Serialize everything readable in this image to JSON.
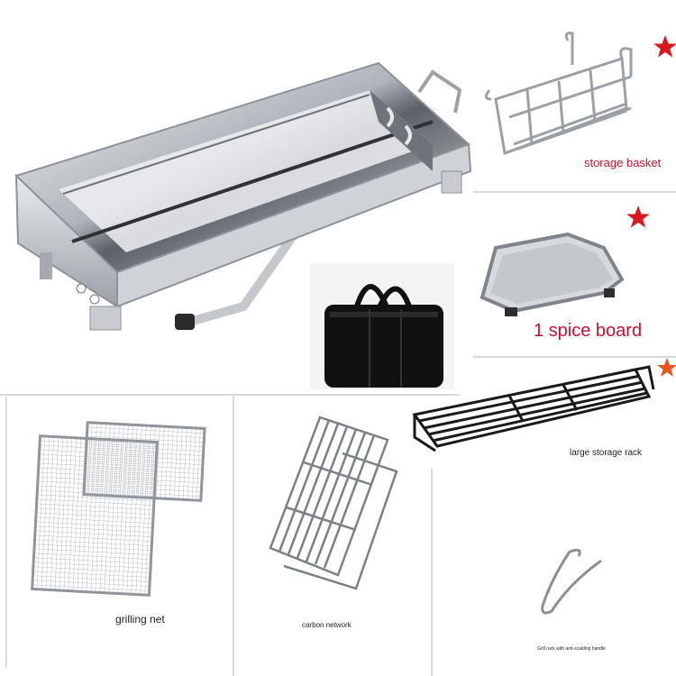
{
  "labels": {
    "storage_basket": "storage basket",
    "spice_board": "1 spice board",
    "large_storage_rack": "large storage rack",
    "grilling_net": "grilling net",
    "carbon_network": "carbon network",
    "grill_rack_handle": "Grill rack with anti-scalding handle"
  },
  "colors": {
    "label_red": "#c8102e",
    "star_red": "#d8181e",
    "star_orange": "#e8561e",
    "steel": "#b9bec4",
    "bag_black": "#111111"
  },
  "icons": [
    "star-icon",
    "star-icon",
    "star-icon"
  ]
}
